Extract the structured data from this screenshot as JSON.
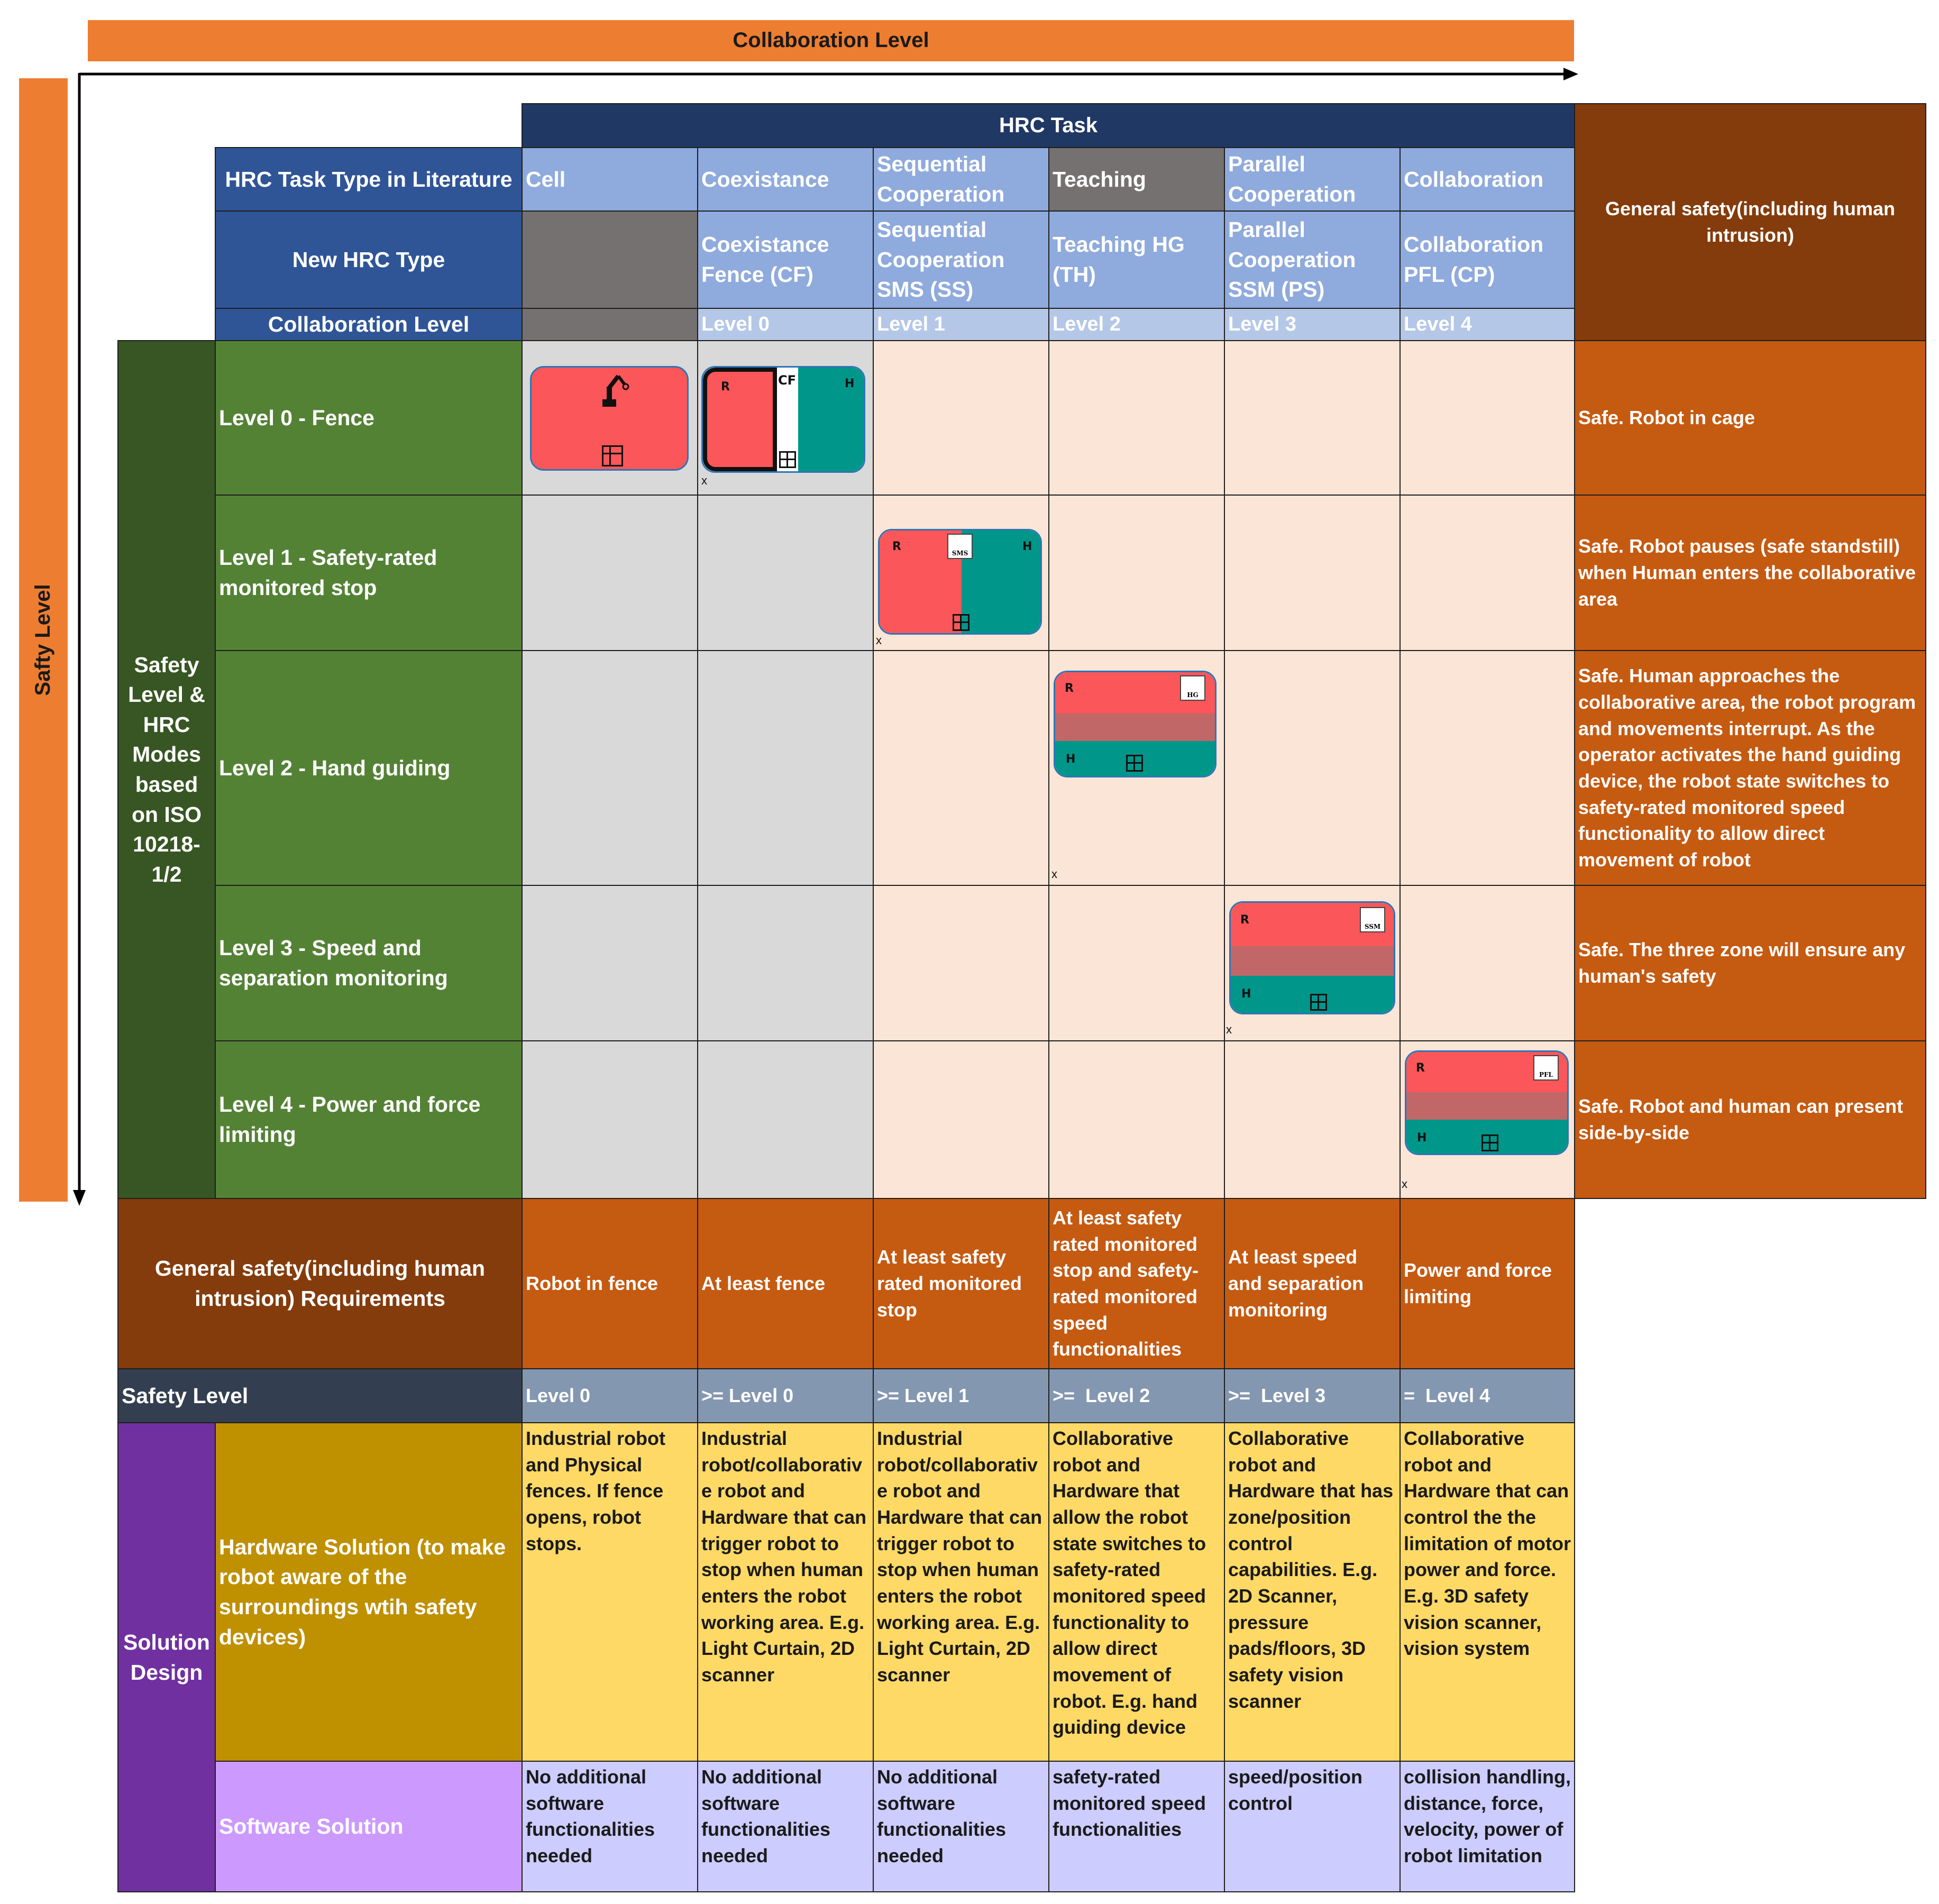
{
  "collaboration_axis": "Collaboration Level",
  "safety_axis": "Safty Level",
  "hrc_task": "HRC Task",
  "row_labels": {
    "task_type": "HRC Task Type in Literature",
    "new_type": "New HRC Type",
    "collab_level": "Collaboration Level"
  },
  "task_types": [
    "Cell",
    "Coexistance",
    "Sequential Cooperation",
    "Teaching",
    "Parallel Cooperation",
    "Collaboration"
  ],
  "new_types": [
    "",
    "Coexistance Fence (CF)",
    "Sequential Cooperation SMS (SS)",
    "Teaching HG (TH)",
    "Parallel Cooperation SSM (PS)",
    "Collaboration PFL (CP)"
  ],
  "collab_levels": [
    "",
    "Level 0",
    "Level 1",
    "Level 2",
    "Level 3",
    "Level 4"
  ],
  "general_safety_header": "General safety(including human intrusion)",
  "safety_modes_label": "Safety Level & HRC Modes based on ISO 10218-1/2",
  "safety_rows": [
    {
      "label": "Level 0 - Fence",
      "desc": "Safe. Robot in cage"
    },
    {
      "label": "Level 1 - Safety-rated monitored stop",
      "desc": "Safe. Robot pauses (safe standstill) when Human enters the collaborative area"
    },
    {
      "label": "Level 2 - Hand guiding",
      "desc": "Safe. Human approaches the collaborative area, the robot program and movements interrupt. As the operator activates the hand guiding device, the robot state switches to safety-rated monitored speed functionality to allow direct movement of robot"
    },
    {
      "label": "Level 3 - Speed and separation monitoring",
      "desc": "Safe. The three zone will ensure any human's safety"
    },
    {
      "label": "Level 4 - Power and force limiting",
      "desc": "Safe. Robot and human can present side-by-side"
    }
  ],
  "zone_labels": {
    "robot": "R",
    "human": "H",
    "x": "x"
  },
  "badges": {
    "cf": "CF",
    "sms": "SMS",
    "hg": "HG",
    "ssm": "SSM",
    "pfl": "PFL"
  },
  "requirements": {
    "label": "General safety(including human intrusion) Requirements",
    "values": [
      "Robot in fence",
      "At least fence",
      "At least safety rated monitored stop",
      "At least safety rated monitored stop and safety-rated monitored speed functionalities",
      "At least speed and separation monitoring",
      "Power and force limiting"
    ]
  },
  "safety_level_row": {
    "label": "Safety Level",
    "values": [
      "Level 0",
      ">= Level 0",
      ">= Level 1",
      ">=  Level 2",
      ">=  Level 3",
      "=  Level 4"
    ]
  },
  "solution_design": "Solution Design",
  "hardware": {
    "label": "Hardware Solution (to make robot aware of the surroundings wtih safety devices)",
    "values": [
      "Industrial robot and Physical fences. If fence opens, robot stops.",
      "Industrial robot/collaborativ e robot and Hardware that can trigger robot to stop when human enters the robot working area. E.g. Light Curtain, 2D scanner",
      "Industrial robot/collaborativ e robot and Hardware that can trigger robot to stop when human enters the robot working area. E.g. Light Curtain, 2D scanner",
      "Collaborative robot and Hardware that allow the robot state switches to safety-rated monitored speed functionality to allow direct movement of robot. E.g. hand guiding device",
      "Collaborative robot  and Hardware that has zone/position control capabilities. E.g. 2D Scanner, pressure pads/floors, 3D safety vision scanner",
      "Collaborative robot  and Hardware that can control the the limitation of motor power and force. E.g. 3D safety vision scanner, vision system"
    ]
  },
  "software": {
    "label": "Software Solution",
    "values": [
      "No additional software functionalities needed",
      "No additional software functionalities needed",
      "No additional software functionalities needed",
      "safety-rated monitored speed functionalities",
      "speed/position control",
      "collision handling, distance, force, velocity, power of robot limitation"
    ]
  },
  "colors": {
    "orange": "#ed7d31",
    "navy": "#203864",
    "blue_header": "#2f5597",
    "light_blue": "#8faadc",
    "pale_blue": "#b4c7e7",
    "grey": "#767171",
    "dark_green": "#375623",
    "green": "#548235",
    "brown": "#843c0c",
    "rust": "#c55a11",
    "peach": "#fbe5d6",
    "light_grey": "#d9d9d9",
    "slate": "#333f50",
    "steel": "#8497b0",
    "purple": "#7030a0",
    "gold": "#bf9000",
    "yellow": "#ffd966",
    "lilac": "#cc99ff",
    "lavender": "#ccccff",
    "robot_zone": "#fb5659",
    "human_zone": "#00968a"
  }
}
